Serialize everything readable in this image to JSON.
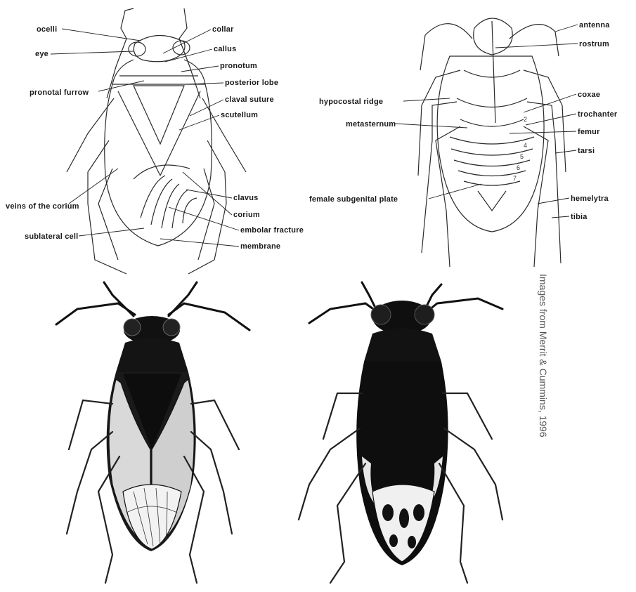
{
  "dorsal_labels": {
    "ocelli": "ocelli",
    "eye": "eye",
    "pronotal_furrow": "pronotal furrow",
    "veins_of_corium": "veins of the corium",
    "sublateral_cell": "sublateral cell",
    "collar": "collar",
    "callus": "callus",
    "pronotum": "pronotum",
    "posterior_lobe": "posterior lobe",
    "claval_suture": "claval suture",
    "scutellum": "scutellum",
    "clavus": "clavus",
    "corium": "corium",
    "embolar_fracture": "embolar fracture",
    "membrane": "membrane"
  },
  "ventral_labels": {
    "antenna": "antenna",
    "rostrum": "rostrum",
    "hypocostal_ridge": "hypocostal ridge",
    "coxae": "coxae",
    "trochanter": "trochanter",
    "metasternum": "metasternum",
    "femur": "femur",
    "tarsi": "tarsi",
    "female_subgenital_plate": "female subgenital plate",
    "hemelytra": "hemelytra",
    "tibia": "tibia"
  },
  "segment_numbers": [
    "2",
    "4",
    "5",
    "6",
    "7"
  ],
  "credit": "Images from Merrit & Cummins, 1996"
}
